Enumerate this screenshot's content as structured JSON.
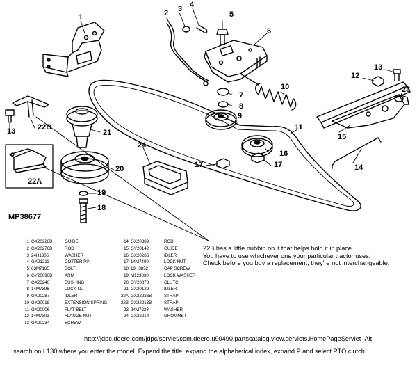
{
  "diagram": {
    "code": "MP38677",
    "callouts": [
      "1",
      "2",
      "3",
      "4",
      "5",
      "6",
      "7",
      "8",
      "9",
      "10",
      "11",
      "12",
      "13",
      "13",
      "14",
      "15",
      "16",
      "17",
      "17",
      "18",
      "19",
      "20",
      "21",
      "22A",
      "22B",
      "23",
      "24"
    ]
  },
  "parts": [
    {
      "num": "1",
      "code": "GX20226B",
      "desc": "GUIDE"
    },
    {
      "num": "2",
      "code": "GX20276B",
      "desc": "ROD"
    },
    {
      "num": "3",
      "code": "24H1305",
      "desc": "WASHER"
    },
    {
      "num": "4",
      "code": "GX21211",
      "desc": "COTTER PIN"
    },
    {
      "num": "5",
      "code": "03M7185",
      "desc": "BOLT"
    },
    {
      "num": "6",
      "code": "GY20090B",
      "desc": "ARM"
    },
    {
      "num": "7",
      "code": "GX23240",
      "desc": "BUSHING"
    },
    {
      "num": "8",
      "code": "14M7396",
      "desc": "LOCK NUT"
    },
    {
      "num": "9",
      "code": "GX20287",
      "desc": "IDLER"
    },
    {
      "num": "10",
      "code": "GX20018",
      "desc": "EXTENSION SPRING"
    },
    {
      "num": "11",
      "code": "GX20006",
      "desc": "FLAT BELT"
    },
    {
      "num": "12",
      "code": "14M7303",
      "desc": "FLANGE NUT"
    },
    {
      "num": "13",
      "code": "GX20234",
      "desc": "SCREW"
    },
    {
      "num": "14",
      "code": "GX20389",
      "desc": "ROD"
    },
    {
      "num": "15",
      "code": "GY20142",
      "desc": "GUIDE"
    },
    {
      "num": "16",
      "code": "GX20286",
      "desc": "IDLER"
    },
    {
      "num": "17",
      "code": "14M7400",
      "desc": "LOCK NUT"
    },
    {
      "num": "18",
      "code": "19H3852",
      "desc": "CAP SCREW"
    },
    {
      "num": "19",
      "code": "M123830",
      "desc": "LOCK WASHER"
    },
    {
      "num": "20",
      "code": "GY20878",
      "desc": "CLUTCH"
    },
    {
      "num": "21",
      "code": "GX20129",
      "desc": "IDLER"
    },
    {
      "num": "22A",
      "code": "GX22226B",
      "desc": "STRAP"
    },
    {
      "num": "22B",
      "code": "GX22213B",
      "desc": "STRAP"
    },
    {
      "num": "23",
      "code": "24M7238",
      "desc": "WASHER"
    },
    {
      "num": "24",
      "code": "GX22214",
      "desc": "GROMMET"
    }
  ],
  "note": {
    "lines": [
      "22B has a little nubbin on it that helps hold it in place.",
      "You have to use whichever one your particular tractor uses.",
      "Check before you buy a replacement, they're not interchangeable."
    ]
  },
  "url": "http://jdpc.deere.com/jdpc/servlet/com.deere.u90490.partscatalog.view.servlets.HomePageServlet_Alt",
  "instruction": "search on L130 where you enter the model. Expand the title, expand the alphabetical index, expand P and select PTO clutch"
}
